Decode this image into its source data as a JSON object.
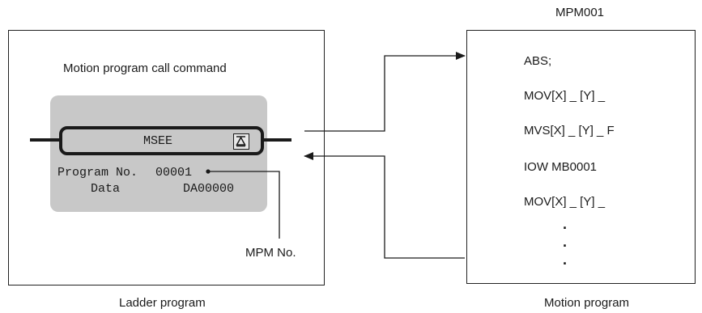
{
  "ladder": {
    "caption": "Ladder program",
    "title": "Motion program call command",
    "function_name": "MSEE",
    "program_no_label": "Program No.",
    "program_no_value": "00001",
    "data_label": "Data",
    "data_value": "DA00000",
    "mpm_label": "MPM No."
  },
  "motion": {
    "title": "MPM001",
    "caption": "Motion program",
    "lines": [
      "ABS;",
      "MOV[X] _ [Y] _",
      "MVS[X] _ [Y] _ F",
      "IOW MB0001",
      "MOV[X] _ [Y] _"
    ],
    "ellipsis": [
      "·",
      "·",
      "·"
    ]
  }
}
